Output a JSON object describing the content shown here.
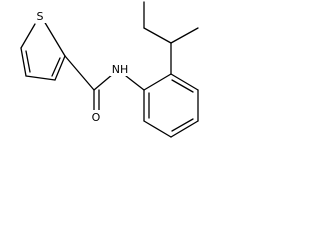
{
  "molecule": {
    "atoms": {
      "sulfur": "S",
      "nitrogen_hydrogen": "NH",
      "oxygen": "O"
    },
    "colors": {
      "bond": "#000000",
      "label": "#000000",
      "background": "#ffffff"
    }
  }
}
